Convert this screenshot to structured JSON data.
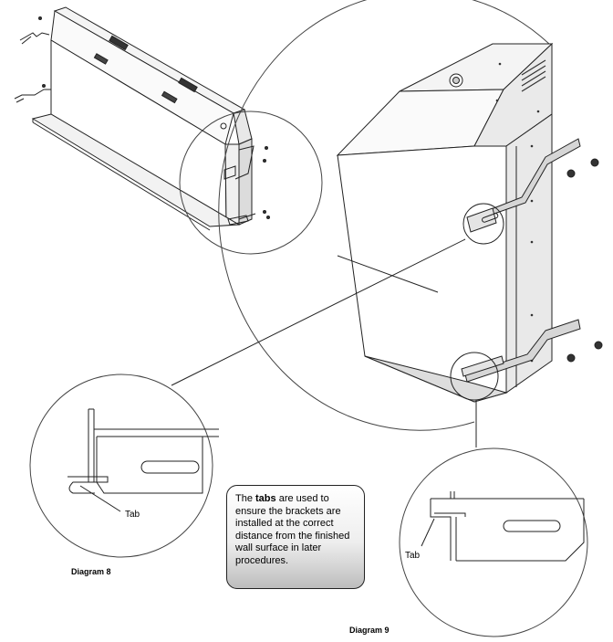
{
  "labels": {
    "tab_left": "Tab",
    "tab_right": "Tab",
    "diagram_8": "Diagram  8",
    "diagram_9": "Diagram  9"
  },
  "note": {
    "pre": "The ",
    "bold": "tabs",
    "post": " are used  to ensure the brackets are installed at the correct distance from the finished wall surface in later procedures."
  }
}
